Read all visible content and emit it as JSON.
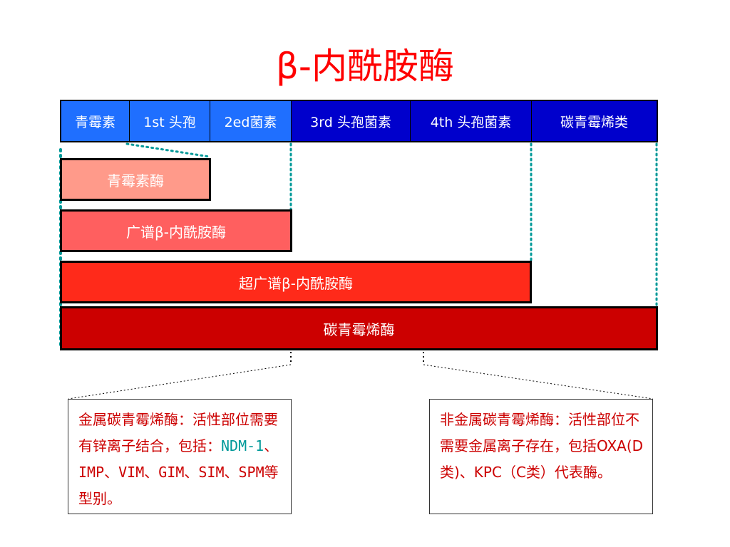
{
  "title": "β-内酰胺酶",
  "colors": {
    "title": "#ff0000",
    "header_light_blue": "#1f6fff",
    "header_dark_blue": "#0000cc",
    "header_text": "#ffffff",
    "header_last_text": "#ffffff",
    "bar_penicillinase": "#ff9a8a",
    "bar_broad": "#ff5f5f",
    "bar_extended": "#ff2a1a",
    "bar_carbapenemase": "#cc0000",
    "dotted_teal": "#009999",
    "note_text": "#cc0000",
    "note_highlight": "#009999"
  },
  "header_cells": [
    {
      "label": "青霉素"
    },
    {
      "label": "1st 头孢"
    },
    {
      "label": "2ed菌素"
    },
    {
      "label": "3rd 头孢菌素"
    },
    {
      "label": "4th 头孢菌素"
    },
    {
      "label": "碳青霉烯类"
    }
  ],
  "enzyme_bars": [
    {
      "label": "青霉素酶"
    },
    {
      "label": "广谱β-内酰胺酶"
    },
    {
      "label": "超广谱β-内酰胺酶"
    },
    {
      "label": "碳青霉烯酶"
    }
  ],
  "notes": {
    "left": {
      "text_before": "金属碳青霉烯酶：活性部位需要有锌离子结合，包括：",
      "highlight": "NDM-1",
      "text_after": "、IMP、VIM、GIM、SIM、SPM等型别。"
    },
    "right": {
      "text": "非金属碳青霉烯酶：活性部位不需要金属离子存在，包括OXA(D类)、KPC（C类）代表酶。"
    }
  }
}
